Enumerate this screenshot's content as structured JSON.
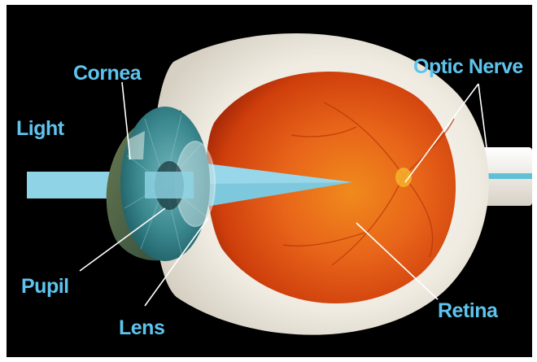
{
  "labels": {
    "cornea": "Cornea",
    "light": "Light",
    "optic_nerve": "Optic Nerve",
    "pupil": "Pupil",
    "lens": "Lens",
    "retina": "Retina"
  },
  "colors": {
    "background": "#000000",
    "label": "#5ec4ee",
    "sclera": "#f1ede3",
    "retina_orange": "#e2580f",
    "iris_teal": "#2f7f86",
    "light_beam": "#8fd4e6"
  }
}
